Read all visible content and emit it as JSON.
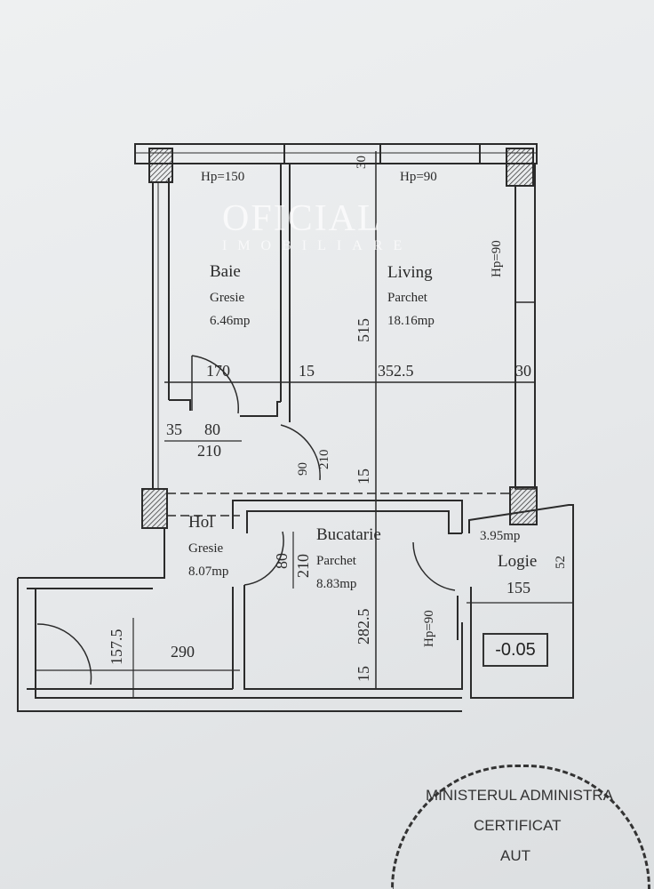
{
  "rooms": [
    {
      "name": "Baie",
      "floor": "Gresie",
      "area": "6.46mp",
      "window": "Hp=150"
    },
    {
      "name": "Living",
      "floor": "Parchet",
      "area": "18.16mp",
      "window": "Hp=90",
      "window_side": "Hp=90"
    },
    {
      "name": "Hol",
      "floor": "Gresie",
      "area": "8.07mp"
    },
    {
      "name": "Bucatarie",
      "floor": "Parchet",
      "area": "8.83mp",
      "window": "Hp=90"
    },
    {
      "name": "Logie",
      "area": "3.95mp",
      "width": "155"
    }
  ],
  "dimensions": {
    "top_wall": "30",
    "right_wall": "30",
    "living_height": "515",
    "baie_width": "170",
    "wall_gap": "15",
    "living_width": "352.5",
    "wall_35": "35",
    "door_80": "80",
    "door_210": "210",
    "door2_90": "90",
    "door2_210": "210",
    "mid_15": "15",
    "kitchen_door_80": "80",
    "kitchen_door_210": "210",
    "kitchen_height": "282.5",
    "kitchen_15": "15",
    "entry_157": "157.5",
    "hol_290": "290",
    "logie_52": "52"
  },
  "level": "-0.05",
  "watermark": {
    "title": "OFICIAL",
    "subtitle": "IMOBILIARE"
  },
  "stamp": {
    "line1": "MINISTERUL ADMINISTRA",
    "line2": "CERTIFICAT",
    "line3": "AUT"
  }
}
